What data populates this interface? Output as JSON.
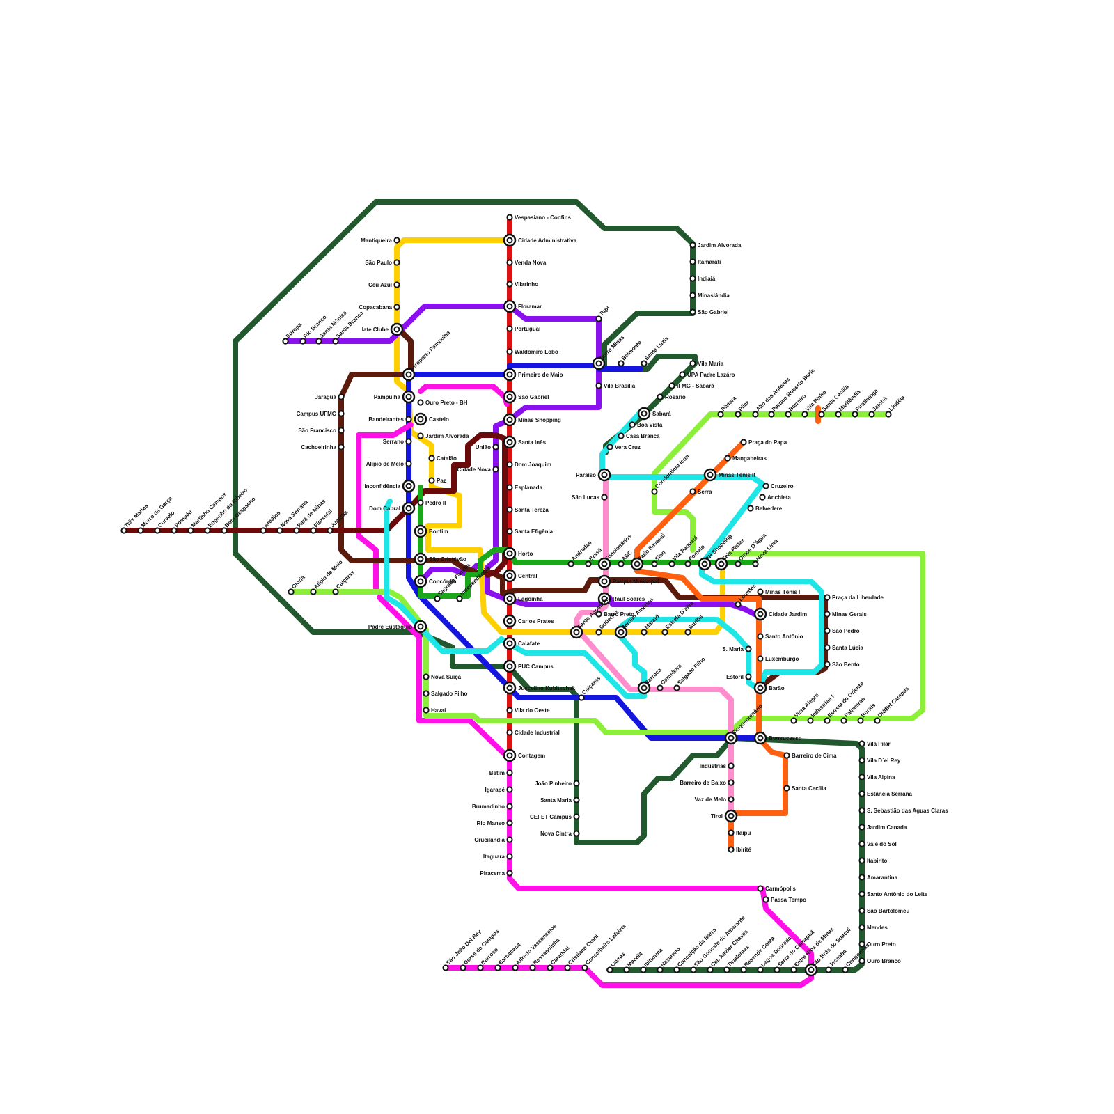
{
  "map": {
    "colors": {
      "red": "#dd1111",
      "blue": "#1515e0",
      "yellow": "#ffd000",
      "purple": "#8a10f0",
      "brown": "#5a1a0c",
      "maroon": "#6a0a0a",
      "darkgreen": "#22582e",
      "green": "#1aa81a",
      "lime": "#8cf03a",
      "cyan": "#1ee6e6",
      "magenta": "#ff10e6",
      "pink": "#ff8ccc",
      "orange": "#ff6010"
    },
    "stations": [
      {
        "id": "vespasiano",
        "name": "Vespasiano - Confins"
      },
      {
        "id": "cidadeadm",
        "name": "Cidade Administrativa"
      },
      {
        "id": "vendanova",
        "name": "Venda Nova"
      },
      {
        "id": "vilarinho",
        "name": "Vilarinho"
      },
      {
        "id": "floramar",
        "name": "Floramar"
      },
      {
        "id": "portugual",
        "name": "Portugual"
      },
      {
        "id": "waldomiro",
        "name": "Waldomiro Lobo"
      },
      {
        "id": "primeiromaio",
        "name": "Primeiro de Maio"
      },
      {
        "id": "saogabriel1",
        "name": "São Gabriel"
      },
      {
        "id": "minasshopping",
        "name": "Minas Shopping"
      },
      {
        "id": "santaines",
        "name": "Santa Inês"
      },
      {
        "id": "domjoaquim",
        "name": "Dom Joaquim"
      },
      {
        "id": "esplanada",
        "name": "Esplanada"
      },
      {
        "id": "santatereza",
        "name": "Santa Tereza"
      },
      {
        "id": "santaefigenia",
        "name": "Santa Efigênia"
      },
      {
        "id": "horto",
        "name": "Horto"
      },
      {
        "id": "central",
        "name": "Central"
      },
      {
        "id": "lagoinha",
        "name": "Lagoinha"
      },
      {
        "id": "carlosprates",
        "name": "Carlos Prates"
      },
      {
        "id": "calafate",
        "name": "Calafate"
      },
      {
        "id": "puccampus",
        "name": "PUC Campus"
      },
      {
        "id": "juscelino",
        "name": "Juscelino Kubitschek"
      },
      {
        "id": "viladooeste",
        "name": "Vila do Oeste"
      },
      {
        "id": "cidadeindustrial",
        "name": "Cidade Industrial"
      },
      {
        "id": "contagem",
        "name": "Contagem"
      },
      {
        "id": "betim",
        "name": "Betim"
      },
      {
        "id": "igarape",
        "name": "Igarapé"
      },
      {
        "id": "brumadinho",
        "name": "Brumadinho"
      },
      {
        "id": "riomanso",
        "name": "Rio Manso"
      },
      {
        "id": "crucilandia",
        "name": "Crucilândia"
      },
      {
        "id": "itaguara",
        "name": "Itaguara"
      },
      {
        "id": "piracema",
        "name": "Piracema"
      },
      {
        "id": "mantiqueira",
        "name": "Mantiqueira"
      },
      {
        "id": "saopaulo",
        "name": "São Paulo"
      },
      {
        "id": "ceuazul",
        "name": "Céu Azul"
      },
      {
        "id": "copacabana",
        "name": "Copacabana"
      },
      {
        "id": "iateclube",
        "name": "Iate Clube"
      },
      {
        "id": "aeroporto",
        "name": "Aeroporto Pampulha"
      },
      {
        "id": "pampulha",
        "name": "Pampulha"
      },
      {
        "id": "bandeirantes",
        "name": "Bandeirantes"
      },
      {
        "id": "serrano",
        "name": "Serrano"
      },
      {
        "id": "alipio1",
        "name": "Alípio de Melo"
      },
      {
        "id": "inconfidencia",
        "name": "Inconfidência"
      },
      {
        "id": "domcabral",
        "name": "Dom Cabral"
      },
      {
        "id": "ouropreto",
        "name": "Ouro Preto - BH"
      },
      {
        "id": "castelo",
        "name": "Castelo"
      },
      {
        "id": "jardimalv1",
        "name": "Jardim Alvorada"
      },
      {
        "id": "catalao",
        "name": "Catalão"
      },
      {
        "id": "paz",
        "name": "Paz"
      },
      {
        "id": "pedroii",
        "name": "Pedro II"
      },
      {
        "id": "bonfim",
        "name": "Bonfim"
      },
      {
        "id": "saocristovao",
        "name": "São Cristóvão"
      },
      {
        "id": "concordia",
        "name": "Concórdia"
      },
      {
        "id": "sagrada",
        "name": "Sagrada Família"
      },
      {
        "id": "independencia",
        "name": "Independência"
      },
      {
        "id": "padreeustaquio",
        "name": "Padre Eustáquio"
      },
      {
        "id": "novasuica",
        "name": "Nova Suiça"
      },
      {
        "id": "salgadofilho1",
        "name": "Salgado Filho"
      },
      {
        "id": "havai",
        "name": "Havaí"
      },
      {
        "id": "jaragua",
        "name": "Jaraguá"
      },
      {
        "id": "campusufmg",
        "name": "Campus UFMG"
      },
      {
        "id": "saofrancisco",
        "name": "São Francisco"
      },
      {
        "id": "cachoeirinha",
        "name": "Cachoeirinha"
      },
      {
        "id": "uniao",
        "name": "União"
      },
      {
        "id": "cidadenova",
        "name": "Cidade Nova"
      },
      {
        "id": "europa",
        "name": "Europa"
      },
      {
        "id": "riobranco",
        "name": "Rio Branco"
      },
      {
        "id": "santamonica",
        "name": "Santa Mônica"
      },
      {
        "id": "santabranca",
        "name": "Santa Branca"
      },
      {
        "id": "tresmarias",
        "name": "Três Marias"
      },
      {
        "id": "morrodagarca",
        "name": "Morro da Garça"
      },
      {
        "id": "curvelo",
        "name": "Curvelo"
      },
      {
        "id": "pompeu",
        "name": "Pompéu"
      },
      {
        "id": "martinho",
        "name": "Martinho Campos"
      },
      {
        "id": "engenho",
        "name": "Engenho do Ribeiro"
      },
      {
        "id": "bomdespacho",
        "name": "Bom Despacho"
      },
      {
        "id": "araujos",
        "name": "Araújos"
      },
      {
        "id": "novaserrana",
        "name": "Nova Serrana"
      },
      {
        "id": "parademinas",
        "name": "Pará de Minas"
      },
      {
        "id": "florestal",
        "name": "Florestal"
      },
      {
        "id": "juatuba",
        "name": "Juatuba"
      },
      {
        "id": "gloria",
        "name": "Glória"
      },
      {
        "id": "alipio2",
        "name": "Alípio de Melo"
      },
      {
        "id": "caicaras1",
        "name": "Caiçaras"
      },
      {
        "id": "tupi",
        "name": "Tupi"
      },
      {
        "id": "outrominas",
        "name": "Outro Minas"
      },
      {
        "id": "belmonte",
        "name": "Belmonte"
      },
      {
        "id": "santaluzia",
        "name": "Santa Luzia"
      },
      {
        "id": "vilabrasilia",
        "name": "Vila Brasília"
      },
      {
        "id": "jardimalv2",
        "name": "Jardim Alvorada"
      },
      {
        "id": "itamarati",
        "name": "Itamarati"
      },
      {
        "id": "indiaia",
        "name": "Indiaiá"
      },
      {
        "id": "minaslandia",
        "name": "Minaslândia"
      },
      {
        "id": "saogabriel2",
        "name": "São Gabriel"
      },
      {
        "id": "vilamaria",
        "name": "Vila Maria"
      },
      {
        "id": "upa",
        "name": "UPA Padre Lazáro"
      },
      {
        "id": "ifmg",
        "name": "IFMG - Sabará"
      },
      {
        "id": "rosario",
        "name": "Rosário"
      },
      {
        "id": "sabara",
        "name": "Sabará"
      },
      {
        "id": "boavista",
        "name": "Boa Vista"
      },
      {
        "id": "casabranca",
        "name": "Casa Branca"
      },
      {
        "id": "veracruz",
        "name": "Vera Cruz"
      },
      {
        "id": "paraiso",
        "name": "Paraíso"
      },
      {
        "id": "saolucas",
        "name": "São Lucas"
      },
      {
        "id": "riviera",
        "name": "Riviera"
      },
      {
        "id": "pilar",
        "name": "Pilar"
      },
      {
        "id": "altoantenas",
        "name": "Alto das Antenas"
      },
      {
        "id": "parquerb",
        "name": "Parque Roberto Burle"
      },
      {
        "id": "barreiro",
        "name": "Barreiro"
      },
      {
        "id": "vilapinho",
        "name": "Vila Pinho"
      },
      {
        "id": "santacecilia1",
        "name": "Santa Cecília"
      },
      {
        "id": "marilandia",
        "name": "Marilândia"
      },
      {
        "id": "piratininga",
        "name": "Piratininga"
      },
      {
        "id": "jatoba",
        "name": "Jatobá"
      },
      {
        "id": "lindeia",
        "name": "Lindéia"
      },
      {
        "id": "pracapapa",
        "name": "Praça do Papa"
      },
      {
        "id": "mangabeiras",
        "name": "Mangabeiras"
      },
      {
        "id": "minastenis2",
        "name": "Minas Tênis II"
      },
      {
        "id": "serra",
        "name": "Serra"
      },
      {
        "id": "cruzeiro",
        "name": "Cruzeiro"
      },
      {
        "id": "anchieta",
        "name": "Anchieta"
      },
      {
        "id": "belvedere",
        "name": "Belvedere"
      },
      {
        "id": "condominio",
        "name": "Condomínio Icon"
      },
      {
        "id": "andradas",
        "name": "Andradas"
      },
      {
        "id": "brasil",
        "name": "Brasil"
      },
      {
        "id": "funcionarios",
        "name": "Funcionários"
      },
      {
        "id": "abc",
        "name": "ABC"
      },
      {
        "id": "patiosavassi",
        "name": "Patio Savassi"
      },
      {
        "id": "sion",
        "name": "Sion"
      },
      {
        "id": "vilapaqueta",
        "name": "Vila Paquetá"
      },
      {
        "id": "pomelo",
        "name": "Pomelo"
      },
      {
        "id": "bhshopping",
        "name": "BH Shopping"
      },
      {
        "id": "seispistas",
        "name": "Seis Pistas"
      },
      {
        "id": "olhosdagua",
        "name": "Olhos D`água"
      },
      {
        "id": "novalima",
        "name": "Nova Lima"
      },
      {
        "id": "parquemunicipal",
        "name": "Parque Municipal"
      },
      {
        "id": "raulsoares",
        "name": "Raul Soares"
      },
      {
        "id": "barropreto",
        "name": "Barro Preto"
      },
      {
        "id": "gutierrez",
        "name": "Gutierrez"
      },
      {
        "id": "santoagostinho",
        "name": "Santo Agostinho"
      },
      {
        "id": "jardimamerica",
        "name": "Jardim América"
      },
      {
        "id": "marajo",
        "name": "Marajó"
      },
      {
        "id": "estreladalva",
        "name": "Estrela D`alva"
      },
      {
        "id": "buritis1",
        "name": "Buritis"
      },
      {
        "id": "barroca",
        "name": "Barroca"
      },
      {
        "id": "gameleira",
        "name": "Gameleira"
      },
      {
        "id": "salgadofilho2",
        "name": "Salgado Filho"
      },
      {
        "id": "caicaras2",
        "name": "Caiçaras"
      },
      {
        "id": "joaopinheiro",
        "name": "João Pinheiro"
      },
      {
        "id": "santamaria",
        "name": "Santa Maria"
      },
      {
        "id": "cefet",
        "name": "CEFET Campus"
      },
      {
        "id": "novacintra",
        "name": "Nova Cintra"
      },
      {
        "id": "minastenis1",
        "name": "Minas Tênis I"
      },
      {
        "id": "pracaliberdade",
        "name": "Praça da Liberdade"
      },
      {
        "id": "minasgerais",
        "name": "Minas Gerais"
      },
      {
        "id": "saopedro",
        "name": "São Pedro"
      },
      {
        "id": "santalucia",
        "name": "Santa Lúcia"
      },
      {
        "id": "saobento",
        "name": "São Bento"
      },
      {
        "id": "lourdes",
        "name": "Lourdes"
      },
      {
        "id": "cidadejardim",
        "name": "Cidade Jardim"
      },
      {
        "id": "santoantonio",
        "name": "Santo Antônio"
      },
      {
        "id": "luxemburgo",
        "name": "Luxemburgo"
      },
      {
        "id": "smaria",
        "name": "S. Maria"
      },
      {
        "id": "estoril",
        "name": "Estoril"
      },
      {
        "id": "barao",
        "name": "Barão"
      },
      {
        "id": "vistaalegre",
        "name": "Vista Alegre"
      },
      {
        "id": "industrias1",
        "name": "Industrias I"
      },
      {
        "id": "estreladooriente",
        "name": "Estrela do Oriente"
      },
      {
        "id": "palmeiras",
        "name": "Palmeiras"
      },
      {
        "id": "buritis2",
        "name": "Buritis"
      },
      {
        "id": "unibh",
        "name": "UNIBH Campus"
      },
      {
        "id": "cinquentenario",
        "name": "Cinquentenário"
      },
      {
        "id": "bonsucesso",
        "name": "Bonsucesso"
      },
      {
        "id": "barreirodecima",
        "name": "Barreiro de Cima"
      },
      {
        "id": "santacecilia2",
        "name": "Santa Cecília"
      },
      {
        "id": "industrias",
        "name": "Indústrias"
      },
      {
        "id": "barreirodebaixo",
        "name": "Barreiro de Baixo"
      },
      {
        "id": "vazdemelo",
        "name": "Vaz de Melo"
      },
      {
        "id": "tirol",
        "name": "Tirol"
      },
      {
        "id": "itaipu",
        "name": "Itaipú"
      },
      {
        "id": "ibirite",
        "name": "Ibirité"
      },
      {
        "id": "vilapilar",
        "name": "Vila Pilar"
      },
      {
        "id": "viladelrey",
        "name": "Vila D`el Rey"
      },
      {
        "id": "vilaalpina",
        "name": "Vila Alpina"
      },
      {
        "id": "estanciaserrana",
        "name": "Estância Serrana"
      },
      {
        "id": "ssebastiao",
        "name": "S. Sebastião das Aguas Claras"
      },
      {
        "id": "jardimcanada",
        "name": "Jardim Canada"
      },
      {
        "id": "valedosol",
        "name": "Vale do Sol"
      },
      {
        "id": "itabirito",
        "name": "Itabirito"
      },
      {
        "id": "amarantina",
        "name": "Amarantina"
      },
      {
        "id": "santoantoniodoleite",
        "name": "Santo Antônio do Leite"
      },
      {
        "id": "saobartolomeu",
        "name": "São Bartolomeu"
      },
      {
        "id": "mendes",
        "name": "Mendes"
      },
      {
        "id": "ouropreto2",
        "name": "Ouro Preto"
      },
      {
        "id": "ourobranco",
        "name": "Ouro Branco"
      },
      {
        "id": "carmopolis",
        "name": "Carmópolis"
      },
      {
        "id": "passatempo",
        "name": "Passa Tempo"
      },
      {
        "id": "congonhas",
        "name": "Congonhas"
      },
      {
        "id": "jeceaba",
        "name": "Jeceaba"
      },
      {
        "id": "saobras",
        "name": "São Brás do Suaçuí"
      },
      {
        "id": "entrerios",
        "name": "Entre Rios de Minas"
      },
      {
        "id": "serracamapua",
        "name": "Serra do Camapuã"
      },
      {
        "id": "lagoadourada",
        "name": "Lagoa Dourada"
      },
      {
        "id": "resendecosta",
        "name": "Resende Costa"
      },
      {
        "id": "tiradentes",
        "name": "Tiradentes"
      },
      {
        "id": "celxavier",
        "name": "Cel. Xavier Chaves"
      },
      {
        "id": "saogoncalo",
        "name": "São Gonçalo do Amarante"
      },
      {
        "id": "conceicao",
        "name": "Conceição da Barra"
      },
      {
        "id": "nazareno",
        "name": "Nazareno"
      },
      {
        "id": "ibituruna",
        "name": "Ibituruna"
      },
      {
        "id": "macaia",
        "name": "Macaia"
      },
      {
        "id": "lavras",
        "name": "Lavras"
      },
      {
        "id": "conselheiro",
        "name": "Conselheiro Lafaiete"
      },
      {
        "id": "cristiano",
        "name": "Cristiano Otoni"
      },
      {
        "id": "carandai",
        "name": "Carandaí"
      },
      {
        "id": "ressaquinha",
        "name": "Ressaquinha"
      },
      {
        "id": "alfredo",
        "name": "Alfredo Vasconcelos"
      },
      {
        "id": "barbacena",
        "name": "Barbacena"
      },
      {
        "id": "barroso",
        "name": "Barroso"
      },
      {
        "id": "dores",
        "name": "Dores de Campos"
      },
      {
        "id": "saojoaodelrey",
        "name": "São João Del Rey"
      }
    ]
  }
}
